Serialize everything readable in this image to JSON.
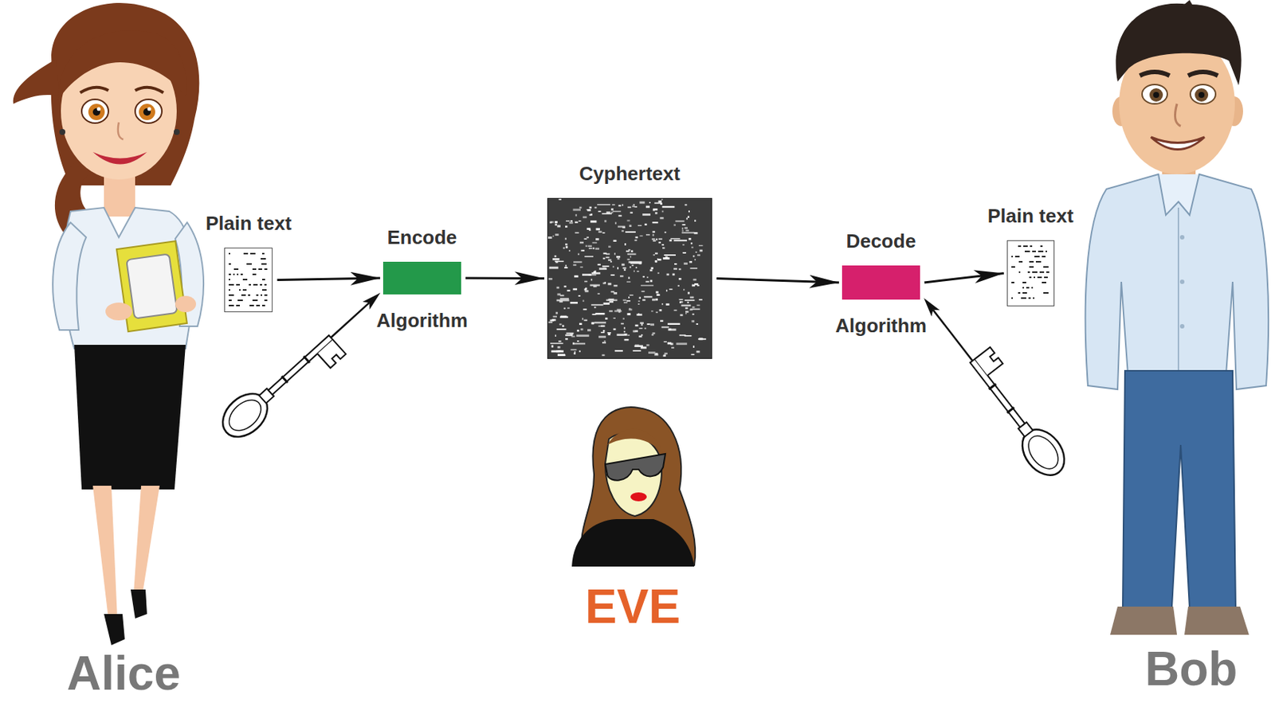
{
  "diagram": {
    "nodes": [
      {
        "text": [
          "Plain text"
        ]
      },
      {
        "text": [
          "Encode",
          "Algorithm"
        ]
      },
      {
        "text": [
          "Cyphertext"
        ]
      },
      {
        "text": [
          "Decode",
          "Algorithm"
        ]
      },
      {
        "text": [
          "Plain text"
        ]
      }
    ],
    "edges": [
      {
        "from": 0,
        "to": 1,
        "arrow": "to"
      },
      {
        "from": 1,
        "to": 2,
        "arrow": "to"
      },
      {
        "from": 2,
        "to": 3,
        "arrow": "to"
      },
      {
        "from": 3,
        "to": 4,
        "arrow": "to"
      }
    ],
    "labels": [
      "Alice",
      "EVE",
      "Bob"
    ]
  }
}
